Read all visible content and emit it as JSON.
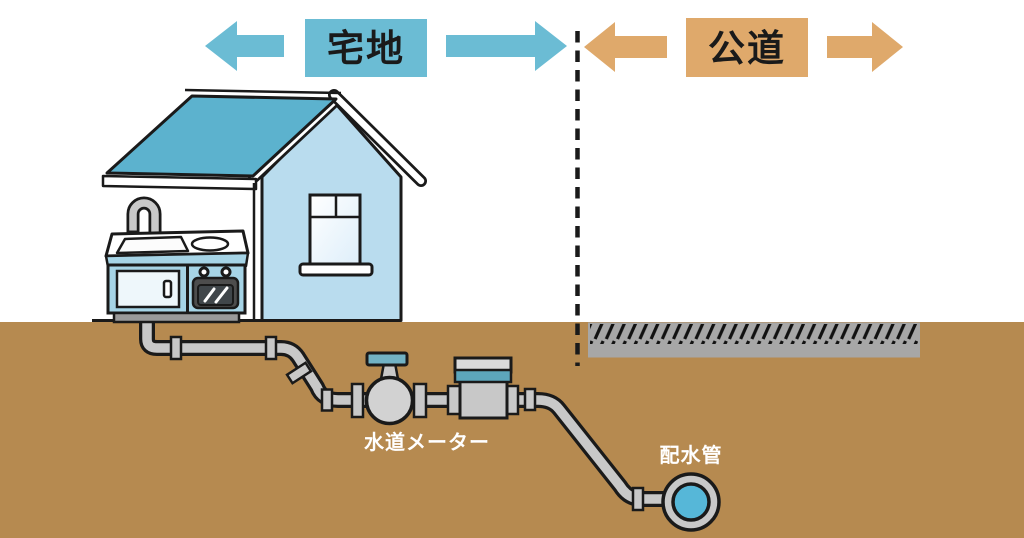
{
  "diagram": {
    "scene": "residential-water-supply-illustration",
    "zones": {
      "private": {
        "label": "宅地",
        "color": "#6bbcd4"
      },
      "public": {
        "label": "公道",
        "color": "#dfa96b"
      }
    },
    "annotations": {
      "water_meter": {
        "label": "水道メーター"
      },
      "distribution_pipe": {
        "label": "配水管"
      }
    },
    "colors": {
      "background": "#ffffff",
      "ground": "#b68a50",
      "road_surface": "#a7a7a7",
      "boundary_line": "#1a1a1a",
      "roof": "#5cb2ce",
      "gable_wall": "#b9dcee",
      "kitchen_cabinet": "#a6d4e6",
      "pipe": "#c8c8c8",
      "water": "#56b7d8",
      "valve_handle": "#72b2c4",
      "meter_band": "#5da6bb",
      "outline": "#1a1a1a",
      "annotation_text": "#ffffff",
      "zone_text": "#1a1a1a"
    }
  }
}
